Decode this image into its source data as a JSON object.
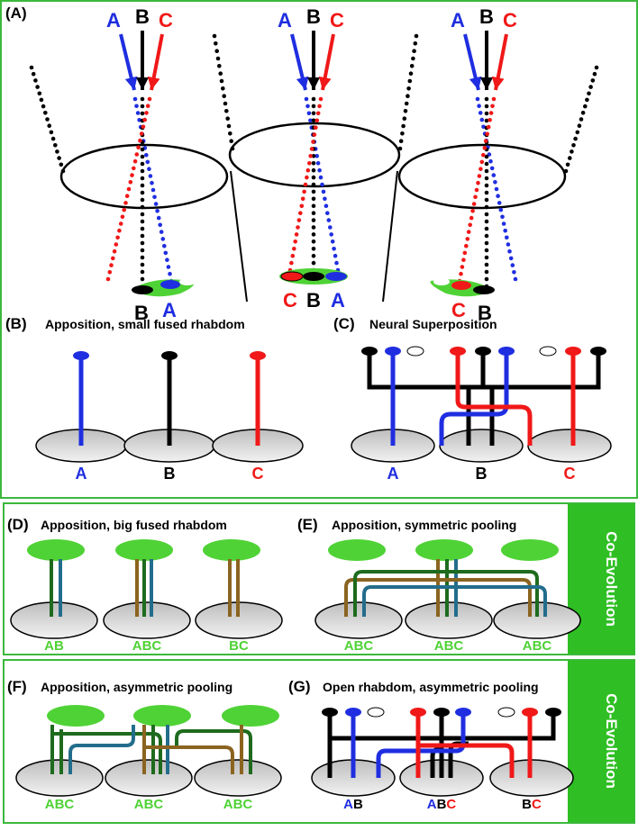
{
  "colors": {
    "blue": "#1f2ee0",
    "black": "#000000",
    "red": "#f01818",
    "green": "#4fd235",
    "dark_green": "#1e6b1e",
    "brown": "#8b6420",
    "teal": "#236d8c",
    "frame_green": "#3cb83c",
    "coevo_bg": "#2fbf24"
  },
  "panel_a": {
    "letter": "(A)",
    "arrow_labels": [
      "A",
      "B",
      "C"
    ],
    "left_rhabdom_labels": [
      "B",
      "A"
    ],
    "center_rhabdom_labels": [
      "C",
      "B",
      "A"
    ],
    "right_rhabdom_labels": [
      "C",
      "B"
    ]
  },
  "panel_b": {
    "letter": "(B)",
    "title": "Apposition, small fused rhabdom",
    "labels": [
      "A",
      "B",
      "C"
    ]
  },
  "panel_c": {
    "letter": "(C)",
    "title": "Neural Superposition",
    "labels": [
      "A",
      "B",
      "C"
    ]
  },
  "panel_d": {
    "letter": "(D)",
    "title": "Apposition, big fused rhabdom",
    "labels": [
      "AB",
      "ABC",
      "BC"
    ]
  },
  "panel_e": {
    "letter": "(E)",
    "title": "Apposition, symmetric pooling",
    "labels": [
      "ABC",
      "ABC",
      "ABC"
    ]
  },
  "panel_f": {
    "letter": "(F)",
    "title": "Apposition, asymmetric pooling",
    "labels": [
      "ABC",
      "ABC",
      "ABC"
    ]
  },
  "panel_g": {
    "letter": "(G)",
    "title": "Open rhabdom, asymmetric pooling",
    "labels": [
      {
        "a": "A",
        "b": "B",
        "c": ""
      },
      {
        "a": "A",
        "b": "B",
        "c": "C"
      },
      {
        "a": "",
        "b": "B",
        "c": "C"
      }
    ]
  },
  "side_labels": [
    "Co-Evolution",
    "Co-Evolution"
  ]
}
